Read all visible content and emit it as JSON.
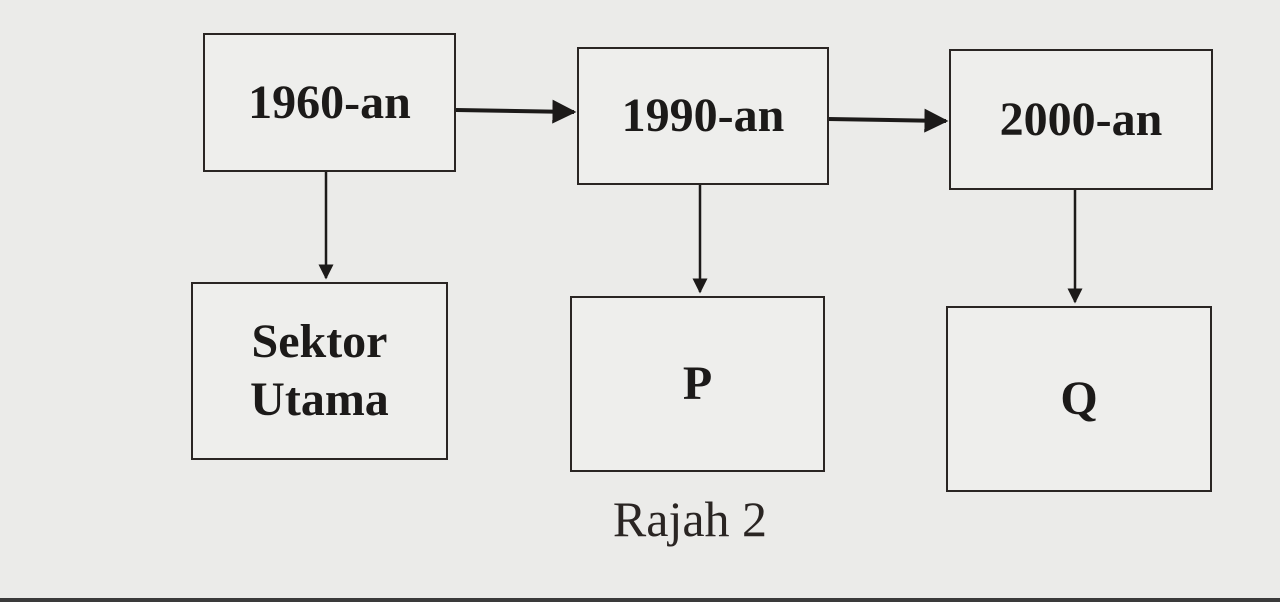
{
  "diagram": {
    "top_row": {
      "box1": "1960-an",
      "box2": "1990-an",
      "box3": "2000-an"
    },
    "bottom_row": {
      "box1_line1": "Sektor",
      "box1_line2": "Utama",
      "box2": "P",
      "box3": "Q"
    },
    "caption": "Rajah 2"
  }
}
